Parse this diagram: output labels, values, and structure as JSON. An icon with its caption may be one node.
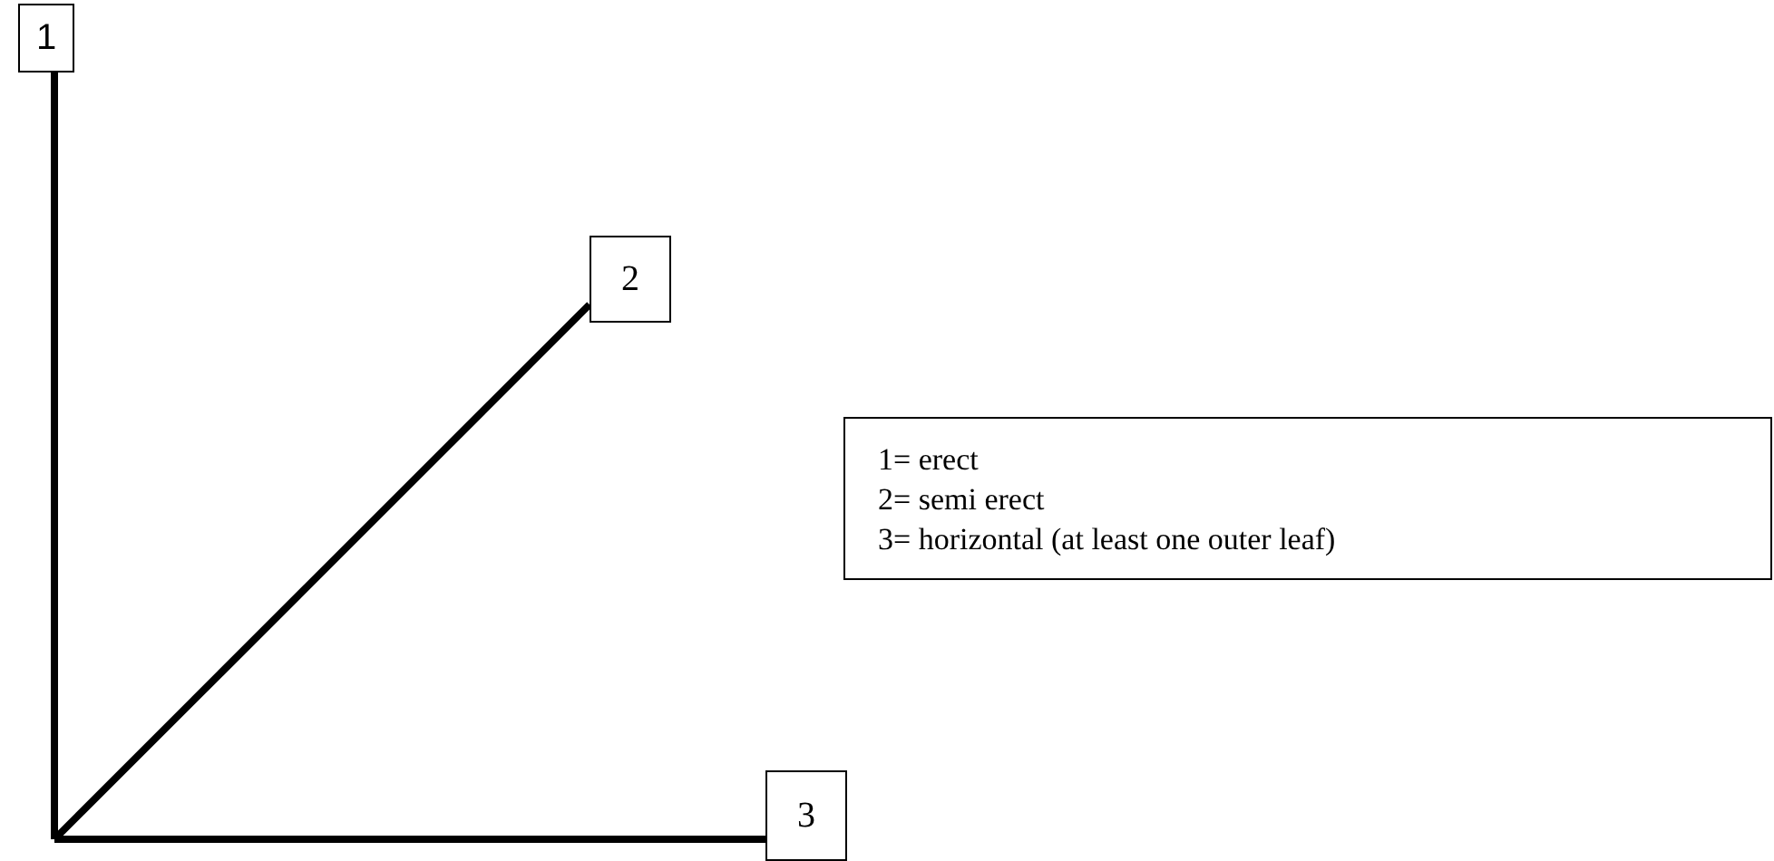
{
  "diagram": {
    "nodes": [
      {
        "text": [
          "1"
        ]
      },
      {
        "text": [
          "2"
        ]
      },
      {
        "text": [
          "3"
        ]
      },
      {
        "text": [
          "1= erect",
          "2= semi erect",
          "3= horizontal (at least one outer leaf)"
        ]
      }
    ],
    "edges": [
      {
        "from": null,
        "to": 0,
        "arrow": "none"
      },
      {
        "from": null,
        "to": 1,
        "arrow": "none"
      },
      {
        "from": null,
        "to": 2,
        "arrow": "none"
      }
    ]
  }
}
